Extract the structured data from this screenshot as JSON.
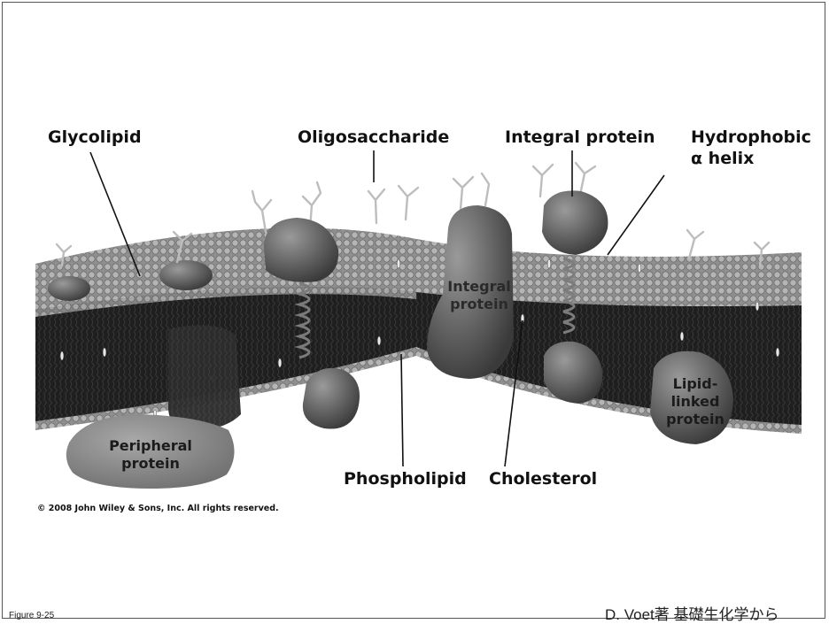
{
  "labels": {
    "glycolipid": "Glycolipid",
    "oligosaccharide": "Oligosaccharide",
    "integral_protein": "Integral protein",
    "hydrophobic_line1": "Hydrophobic",
    "hydrophobic_line2": "α helix",
    "phospholipid": "Phospholipid",
    "cholesterol": "Cholesterol",
    "peripheral_line1": "Peripheral",
    "peripheral_line2": "protein",
    "integral_inner_line1": "Integral",
    "integral_inner_line2": "protein",
    "lipid_linked_line1": "Lipid-",
    "lipid_linked_line2": "linked",
    "lipid_linked_line3": "protein"
  },
  "copyright": "© 2008 John Wiley & Sons, Inc. All rights reserved.",
  "figure_number": "Figure 9-25",
  "credit": "D. Voet著  基礎生化学から",
  "colors": {
    "membrane_dark": "#1e1e1e",
    "lipid_head": "#a9a9a9",
    "protein": "#6b6b6b",
    "peripheral": "#8a8a8a",
    "sugar": "#c8c8c8"
  }
}
